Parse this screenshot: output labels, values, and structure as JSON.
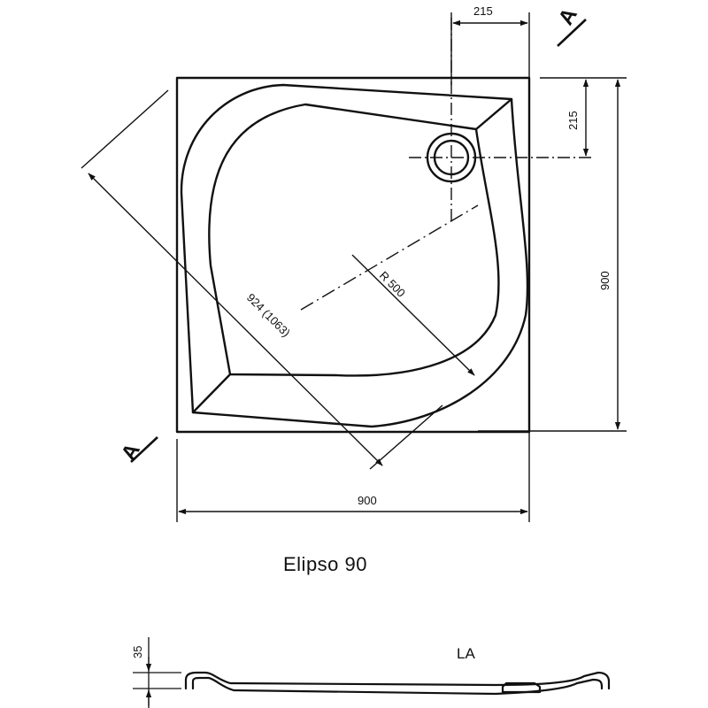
{
  "title": "Elipso 90",
  "section_label": "A",
  "profile_label": "LA",
  "dimensions": {
    "width_bottom": "900",
    "height_right": "900",
    "drain_offset_top": "215",
    "drain_offset_right": "215",
    "diagonal": "924 (1063)",
    "radius": "R 500",
    "depth": "35"
  }
}
